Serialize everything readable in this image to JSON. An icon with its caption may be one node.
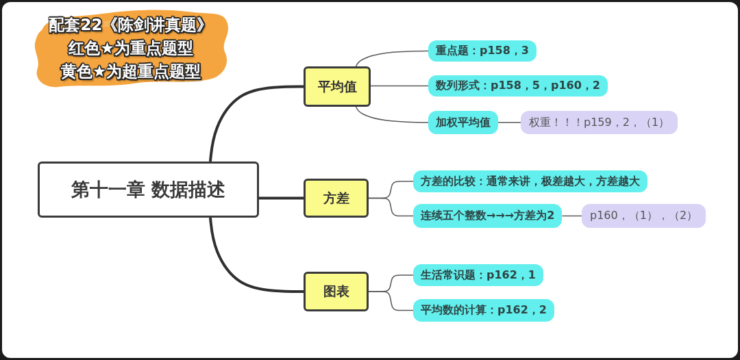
{
  "diagram": {
    "nodes": [
      {
        "text": [
          "配套22《陈剑讲真题》",
          "红色★为重点题型",
          "黄色★为超重点题型"
        ]
      },
      {
        "text": [
          "第十一章 数据描述"
        ]
      },
      {
        "text": [
          "平均值"
        ]
      },
      {
        "text": [
          "重点题：p158，3"
        ]
      },
      {
        "text": [
          "数列形式：p158，5，p160，2"
        ]
      },
      {
        "text": [
          "加权平均值"
        ]
      },
      {
        "text": [
          "权重！！！p159，2，（1）"
        ]
      },
      {
        "text": [
          "方差"
        ]
      },
      {
        "text": [
          "方差的比较：通常来讲，极差越大，方差越大"
        ]
      },
      {
        "text": [
          "连续五个整数→→→方差为2"
        ]
      },
      {
        "text": [
          "p160，（1），（2）"
        ]
      },
      {
        "text": [
          "图表"
        ]
      },
      {
        "text": [
          "生活常识题：p162，1"
        ]
      },
      {
        "text": [
          "平均数的计算：p162，2"
        ]
      }
    ],
    "edges": [
      {
        "from": 1,
        "to": 2,
        "arrow": "none",
        "style": "thick"
      },
      {
        "from": 1,
        "to": 7,
        "arrow": "none",
        "style": "thick"
      },
      {
        "from": 1,
        "to": 11,
        "arrow": "none",
        "style": "thick"
      },
      {
        "from": 2,
        "to": 3,
        "arrow": "none"
      },
      {
        "from": 2,
        "to": 4,
        "arrow": "none"
      },
      {
        "from": 2,
        "to": 5,
        "arrow": "none"
      },
      {
        "from": 5,
        "to": 6,
        "arrow": "none"
      },
      {
        "from": 7,
        "to": 8,
        "arrow": "none"
      },
      {
        "from": 7,
        "to": 9,
        "arrow": "none"
      },
      {
        "from": 9,
        "to": 10,
        "arrow": "none"
      },
      {
        "from": 11,
        "to": 12,
        "arrow": "none"
      },
      {
        "from": 11,
        "to": 13,
        "arrow": "none"
      }
    ]
  }
}
